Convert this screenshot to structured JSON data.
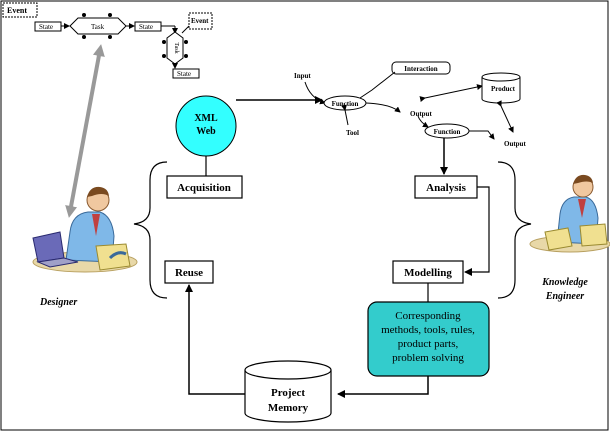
{
  "workflow": {
    "event_left": "Event",
    "event_right": "Event",
    "state_1": "State",
    "task_top": "Task",
    "state_2": "State",
    "task_vertical": "Task",
    "state_3": "State"
  },
  "function_diagram": {
    "input": "Input",
    "function_top": "Function",
    "interaction": "Interaction",
    "tool": "Tool",
    "output_1": "Output",
    "product": "Product",
    "function_bottom": "Function",
    "output_2": "Output"
  },
  "xml_web": {
    "line1": "XML",
    "line2": "Web"
  },
  "cycle": {
    "acquisition": "Acquisition",
    "analysis": "Analysis",
    "reuse": "Reuse",
    "modelling": "Modelling"
  },
  "corresponding_box": {
    "line1": "Corresponding",
    "line2": "methods, tools, rules,",
    "line3": "product parts,",
    "line4": "problem solving"
  },
  "project_memory": {
    "line1": "Project",
    "line2": "Memory"
  },
  "designer_label": "Designer",
  "knowledge_engineer": {
    "line1": "Knowledge",
    "line2": "Engineer"
  },
  "colors": {
    "xml_web_fill": "#33ffff",
    "corresponding_fill": "#33cccc",
    "arrow_gray": "#999999"
  }
}
